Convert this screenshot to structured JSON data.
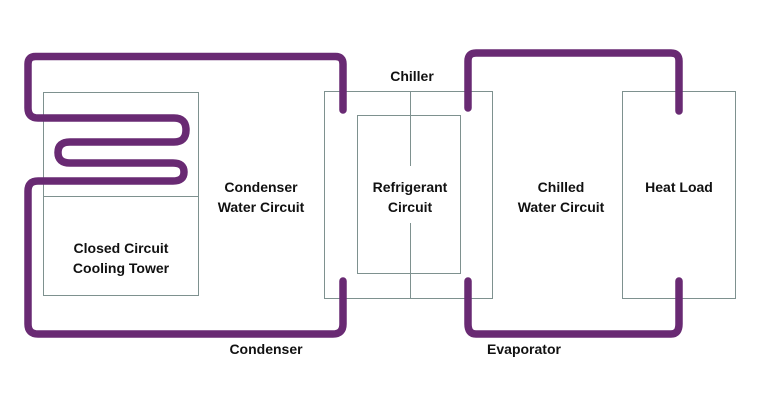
{
  "diagram": {
    "description": "Chiller system schematic with condenser water, refrigerant and chilled water circuits",
    "labels": {
      "chiller": "Chiller",
      "condenser_water_line1": "Condenser",
      "condenser_water_line2": "Water Circuit",
      "refrigerant_line1": "Refrigerant",
      "refrigerant_line2": "Circuit",
      "chilled_water_line1": "Chilled",
      "chilled_water_line2": "Water Circuit",
      "heat_load": "Heat Load",
      "cooling_tower_line1": "Closed Circuit",
      "cooling_tower_line2": "Cooling Tower",
      "condenser": "Condenser",
      "evaporator": "Evaporator"
    },
    "colors": {
      "pipe": "#692a73",
      "box_border": "#7e918f",
      "text": "#111111",
      "background": "#ffffff"
    }
  }
}
